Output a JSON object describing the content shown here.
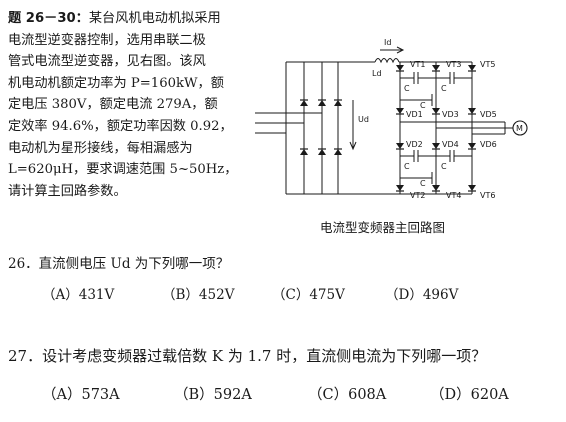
{
  "intro": {
    "label": "题 26－30：",
    "lines": [
      "某台风机电动机拟采用",
      "电流型逆变器控制，选用串联二极",
      "管式电流型逆变器，见右图。该风",
      "机电动机额定功率为 P=160kW，额",
      "定电压 380V，额定电流 279A，额",
      "定效率 94.6%，额定功率因数 0.92，",
      "电动机为星形接线，每相漏感为",
      "L=620μH，要求调速范围 5~50Hz，",
      "请计算主回路参数。"
    ]
  },
  "diagram": {
    "caption": "电流型变频器主回路图",
    "labels": {
      "id": "Id",
      "ld": "Ld",
      "ud": "Ud",
      "vt1": "VT1",
      "vt3": "VT3",
      "vt5": "VT5",
      "vt4": "VT4",
      "vt6": "VT6",
      "vt2": "VT2",
      "vd1": "VD1",
      "vd3": "VD3",
      "vd5": "VD5",
      "vd4": "VD4",
      "vd6": "VD6",
      "vd2": "VD2",
      "c": "C",
      "motor": "M"
    }
  },
  "q26": {
    "text": "26．直流侧电压 Ud 为下列哪一项？",
    "options": [
      "（A）431V",
      "（B）452V",
      "（C）475V",
      "（D）496V"
    ]
  },
  "q27": {
    "text": "27．设计考虑变频器过载倍数 K 为 1.7 时，直流侧电流为下列哪一项？",
    "options": [
      "（A）573A",
      "（B）592A",
      "（C）608A",
      "（D）620A"
    ]
  }
}
